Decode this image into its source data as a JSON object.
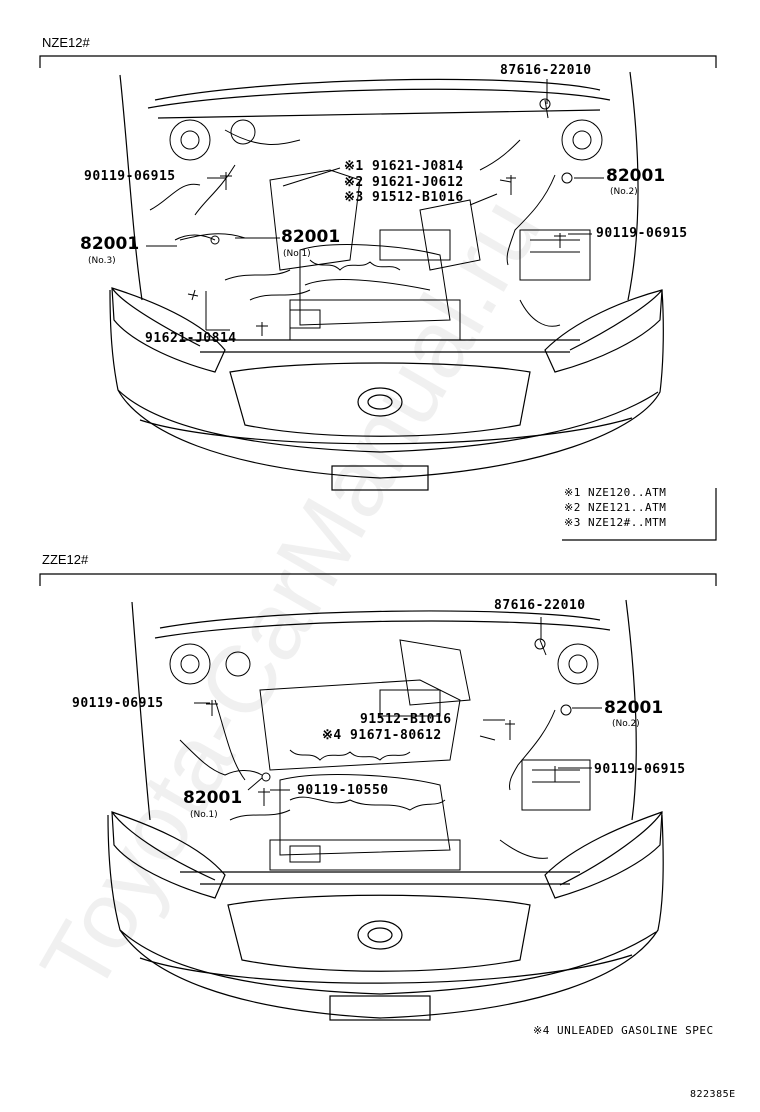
{
  "sections": [
    {
      "title": "NZE12#"
    },
    {
      "title": "ZZE12#"
    }
  ],
  "top_labels": {
    "p1": "87616-22010",
    "p2": "90119-06915",
    "p3": "※1 91621-J0814",
    "p4": "※2 91621-J0612",
    "p5": "※3 91512-B1016",
    "p6": "82001",
    "p6_sub": "(No.2)",
    "p7": "90119-06915",
    "p8": "82001",
    "p8_sub": "(No.3)",
    "p9": "82001",
    "p9_sub": "(No.1)",
    "p10": "91621-J0814"
  },
  "top_notes": [
    "※1 NZE120..ATM",
    "※2 NZE121..ATM",
    "※3 NZE12#..MTM"
  ],
  "bottom_labels": {
    "p1": "87616-22010",
    "p2": "90119-06915",
    "p3": "91512-B1016",
    "p4": "※4 91671-80612",
    "p5": "82001",
    "p5_sub": "(No.2)",
    "p6": "90119-06915",
    "p7": "82001",
    "p7_sub": "(No.1)",
    "p8": "90119-10550"
  },
  "bottom_note": "※4  UNLEADED GASOLINE SPEC",
  "figure_code": "822385E",
  "watermark": "Toyota-CarManual.ru"
}
